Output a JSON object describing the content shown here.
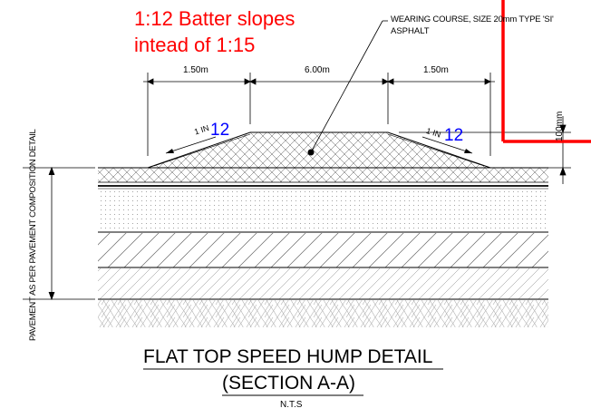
{
  "annotation": {
    "line1": "1:12 Batter slopes",
    "line2": "intead of 1:15",
    "color": "#ff0000"
  },
  "callout": {
    "line1": "WEARING COURSE, SIZE 20mm TYPE 'SI'",
    "line2": "ASPHALT"
  },
  "dimensions": {
    "left_ramp": "1.50m",
    "top": "6.00m",
    "right_ramp": "1.50m",
    "height": "100mm"
  },
  "slopes": {
    "left_prefix": "1 IN",
    "left_value": "12",
    "right_prefix": "1 IN",
    "right_value": "12",
    "value_color": "#0000ff"
  },
  "side_label": "PAVEMENT AS PER PAVEMENT COMPOSITION DETAIL",
  "title": {
    "line1": "FLAT TOP SPEED HUMP DETAIL",
    "line2": "(SECTION A-A)",
    "scale": "N.T.S"
  },
  "markup_color": "#ff0000"
}
